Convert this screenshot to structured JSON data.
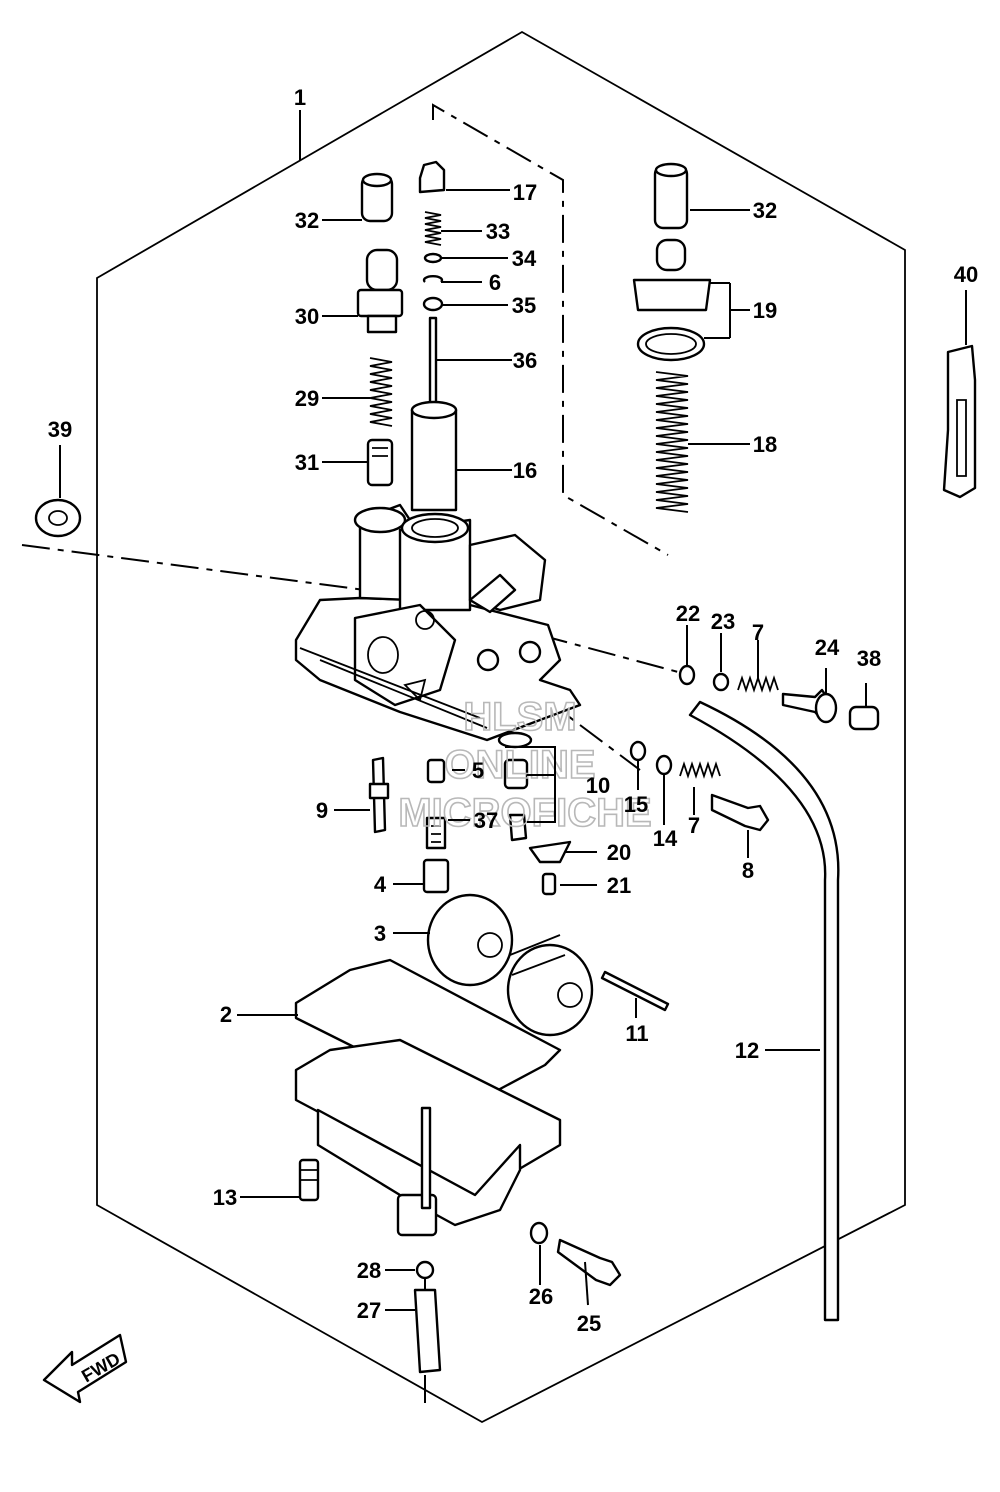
{
  "labels": {
    "l1": "1",
    "l2": "2",
    "l3": "3",
    "l4": "4",
    "l5": "5",
    "l6": "6",
    "l7a": "7",
    "l7b": "7",
    "l8": "8",
    "l9": "9",
    "l10": "10",
    "l11": "11",
    "l12": "12",
    "l13": "13",
    "l14": "14",
    "l15": "15",
    "l16": "16",
    "l17": "17",
    "l18": "18",
    "l19": "19",
    "l20": "20",
    "l21": "21",
    "l22": "22",
    "l23": "23",
    "l24": "24",
    "l25": "25",
    "l26": "26",
    "l27": "27",
    "l28": "28",
    "l29": "29",
    "l30": "30",
    "l31": "31",
    "l32a": "32",
    "l32b": "32",
    "l33": "33",
    "l34": "34",
    "l35": "35",
    "l36": "36",
    "l37": "37",
    "l38": "38",
    "l39": "39",
    "l40": "40"
  },
  "fwd_label": "FWD",
  "watermark": {
    "line1": "HLSM",
    "line2": "ONLINE",
    "line3": "MICROFICHE"
  }
}
